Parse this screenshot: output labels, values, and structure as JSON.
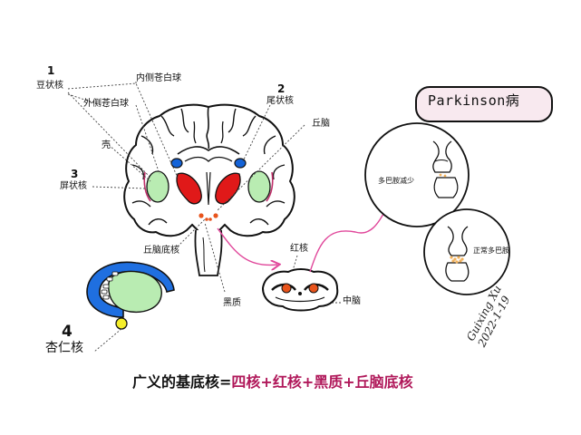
{
  "title_badge": {
    "word": "Parkinson",
    "suffix": "病"
  },
  "labels": {
    "n1": "1",
    "lentiform": "豆状核",
    "inner_gp": "内侧苍白球",
    "outer_gp": "外侧苍白球",
    "n2": "2",
    "caudate": "尾状核",
    "thalamus": "丘脑",
    "putamen": "壳",
    "n3": "3",
    "claustrum": "屏状核",
    "subthalamus": "丘脑底核",
    "red_nucleus": "红核",
    "substantia_nigra": "黑质",
    "midbrain": "中脑",
    "n4": "4",
    "amygdala": "杏仁核"
  },
  "circles": {
    "top_label": "多巴胺减少",
    "bottom_label": "正常多巴胺"
  },
  "formula": {
    "lhs": "广义的基底核=",
    "rhs": "四核+红核+黑质+丘脑底核"
  },
  "signature": {
    "name": "Guixing Xu",
    "date": "2022-1-19"
  },
  "colors": {
    "putamen_fill": "#b9ecb2",
    "globus_fill": "#e01919",
    "caudate_fill": "#1463d8",
    "amygdala_fill": "#f5ee2a",
    "hippocampus_fill": "#1f6fe0",
    "arrow_color": "#e0469a",
    "midbrain_red": "#e8541c",
    "badge_bg": "#f8e9ef"
  },
  "icons": [
    "synapse-icon-reduced",
    "synapse-icon-normal",
    "arrow-icon"
  ]
}
